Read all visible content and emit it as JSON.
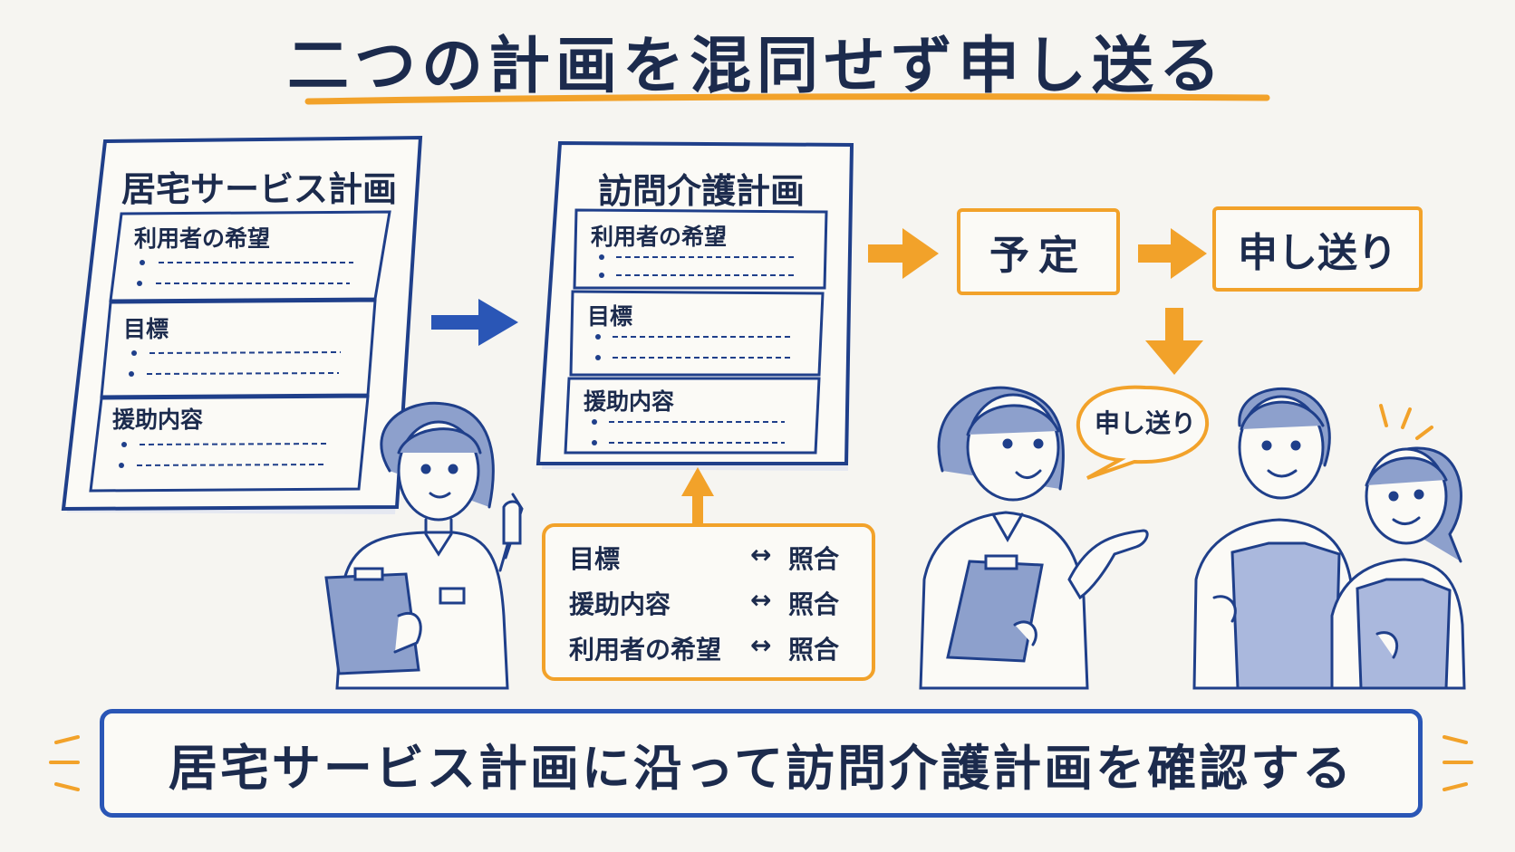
{
  "title": "二つの計画を混同せず申し送る",
  "left_document": {
    "title": "居宅サービス計画",
    "sections": [
      "利用者の希望",
      "目標",
      "援助内容"
    ]
  },
  "right_document": {
    "title": "訪問介護計画",
    "sections": [
      "利用者の希望",
      "目標",
      "援助内容"
    ]
  },
  "flow": {
    "step1": "予定",
    "step2": "申し送り"
  },
  "speech_bubble": "申し送り",
  "check_list": [
    {
      "item": "目標",
      "arrow": "↔",
      "result": "照合"
    },
    {
      "item": "援助内容",
      "arrow": "↔",
      "result": "照合"
    },
    {
      "item": "利用者の希望",
      "arrow": "↔",
      "result": "照合"
    }
  ],
  "bottom_message": "居宅サービス計画に沿って訪問介護計画を確認する",
  "colors": {
    "navy": "#1c2b4d",
    "blue_accent": "#2a56b6",
    "orange_accent": "#f2a22a",
    "background": "#f6f5f1"
  }
}
